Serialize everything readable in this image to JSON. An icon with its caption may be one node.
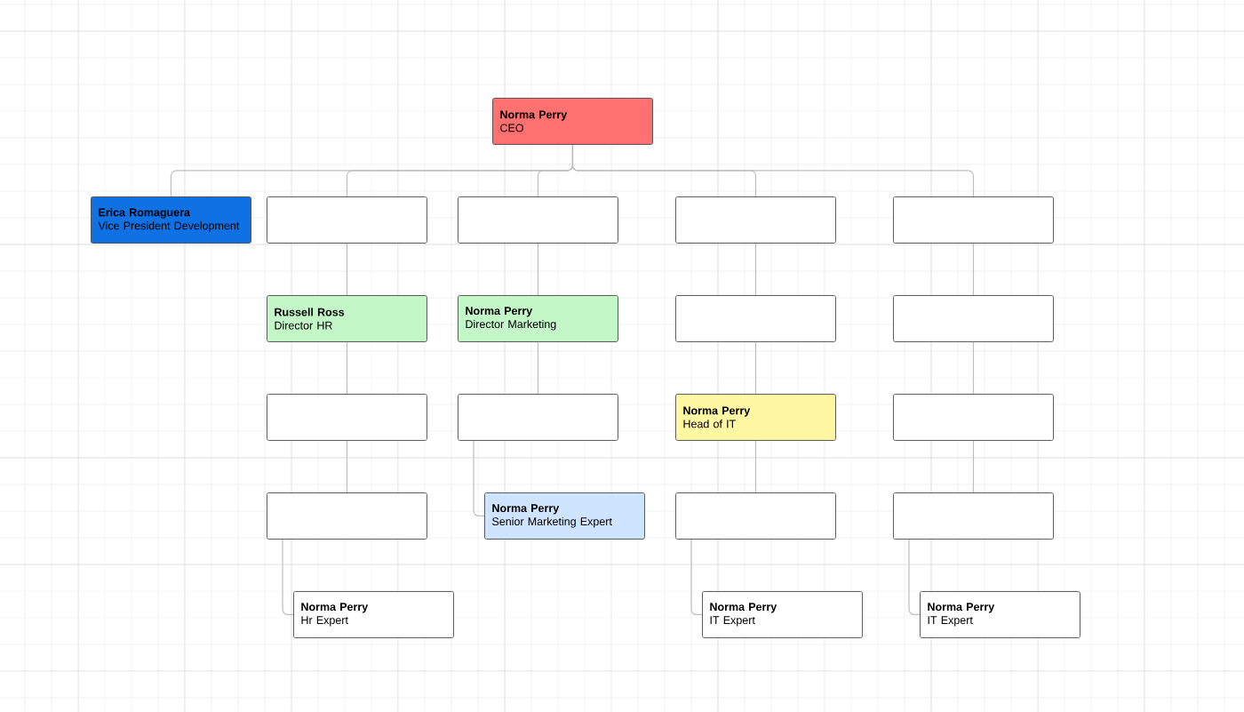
{
  "diagram": {
    "nodes": [
      {
        "text": [
          "Norma Perry",
          "CEO"
        ]
      },
      {
        "text": [
          "Erica Romaguera",
          "Vice President Development"
        ]
      },
      {
        "text": [],
        "shape": "box"
      },
      {
        "text": [],
        "shape": "box"
      },
      {
        "text": [],
        "shape": "box"
      },
      {
        "text": [],
        "shape": "box"
      },
      {
        "text": [
          "Russell Ross",
          "Director HR"
        ]
      },
      {
        "text": [
          "Norma Perry",
          "Director Marketing"
        ]
      },
      {
        "text": [],
        "shape": "box"
      },
      {
        "text": [],
        "shape": "box"
      },
      {
        "text": [],
        "shape": "box"
      },
      {
        "text": [],
        "shape": "box"
      },
      {
        "text": [
          "Norma Perry",
          "Head of IT"
        ]
      },
      {
        "text": [],
        "shape": "box"
      },
      {
        "text": [],
        "shape": "box"
      },
      {
        "text": [
          "Norma Perry",
          "Senior Marketing Expert"
        ]
      },
      {
        "text": [],
        "shape": "box"
      },
      {
        "text": [],
        "shape": "box"
      },
      {
        "text": [
          "Norma Perry",
          "Hr Expert"
        ]
      },
      {
        "text": [
          "Norma Perry",
          "IT Expert"
        ]
      },
      {
        "text": [
          "Norma Perry",
          "IT Expert"
        ]
      }
    ],
    "edges": [
      {
        "from": 0,
        "to": 1,
        "arrow": "none"
      },
      {
        "from": 0,
        "to": 2,
        "arrow": "none"
      },
      {
        "from": 0,
        "to": 3,
        "arrow": "none"
      },
      {
        "from": 0,
        "to": 4,
        "arrow": "none"
      },
      {
        "from": 0,
        "to": 5,
        "arrow": "none"
      },
      {
        "from": 2,
        "to": 6,
        "arrow": "none"
      },
      {
        "from": 6,
        "to": 10,
        "arrow": "none"
      },
      {
        "from": 10,
        "to": 14,
        "arrow": "none"
      },
      {
        "from": 14,
        "to": 18,
        "arrow": "none"
      },
      {
        "from": 3,
        "to": 7,
        "arrow": "none"
      },
      {
        "from": 7,
        "to": 11,
        "arrow": "none"
      },
      {
        "from": 11,
        "to": 15,
        "arrow": "none"
      },
      {
        "from": 4,
        "to": 8,
        "arrow": "none"
      },
      {
        "from": 8,
        "to": 12,
        "arrow": "none"
      },
      {
        "from": 12,
        "to": 16,
        "arrow": "none"
      },
      {
        "from": 16,
        "to": 19,
        "arrow": "none"
      },
      {
        "from": 5,
        "to": 9,
        "arrow": "none"
      },
      {
        "from": 9,
        "to": 13,
        "arrow": "none"
      },
      {
        "from": 13,
        "to": 17,
        "arrow": "none"
      },
      {
        "from": 17,
        "to": 20,
        "arrow": "none"
      }
    ]
  }
}
